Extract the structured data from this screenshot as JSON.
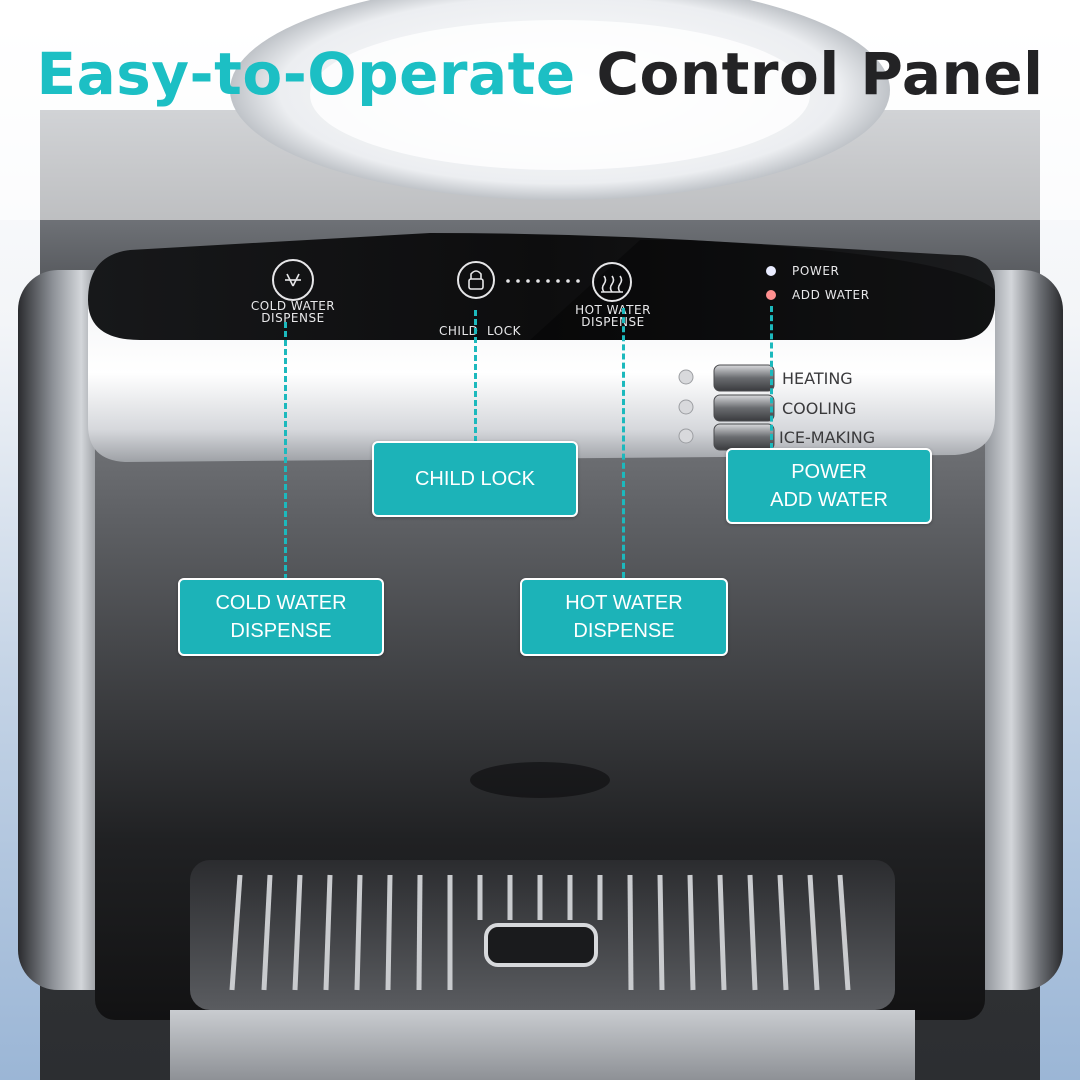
{
  "headline": {
    "accent_text": "Easy-to-Operate",
    "dark_text": "Control Panel",
    "accent_color": "#1cbfc4",
    "dark_color": "#232325"
  },
  "panel": {
    "cold_water": {
      "line1": "COLD WATER",
      "line2": "DISPENSE",
      "icon": "snowflake-icon"
    },
    "child_lock": {
      "label": "CHILD  LOCK",
      "icon": "lock-icon"
    },
    "hot_water": {
      "line1": "HOT WATER",
      "line2": "DISPENSE",
      "icon": "heat-waves-icon"
    },
    "power_led": {
      "label": "POWER",
      "color": "#e9ecff"
    },
    "add_water_led": {
      "label": "ADD WATER",
      "color": "#ff8f8f"
    }
  },
  "switches": [
    {
      "label": "HEATING"
    },
    {
      "label": "COOLING"
    },
    {
      "label": "ICE-MAKING"
    }
  ],
  "callouts": {
    "child_lock": {
      "line1": "CHILD LOCK"
    },
    "power": {
      "line1": "POWER",
      "line2": "ADD WATER"
    },
    "cold_water": {
      "line1": "COLD WATER",
      "line2": "DISPENSE"
    },
    "hot_water": {
      "line1": "HOT WATER",
      "line2": "DISPENSE"
    }
  },
  "colors": {
    "callout_fill": "#1cb3b8",
    "leader_line": "#1cb9bd",
    "panel_glass": "#131315"
  }
}
